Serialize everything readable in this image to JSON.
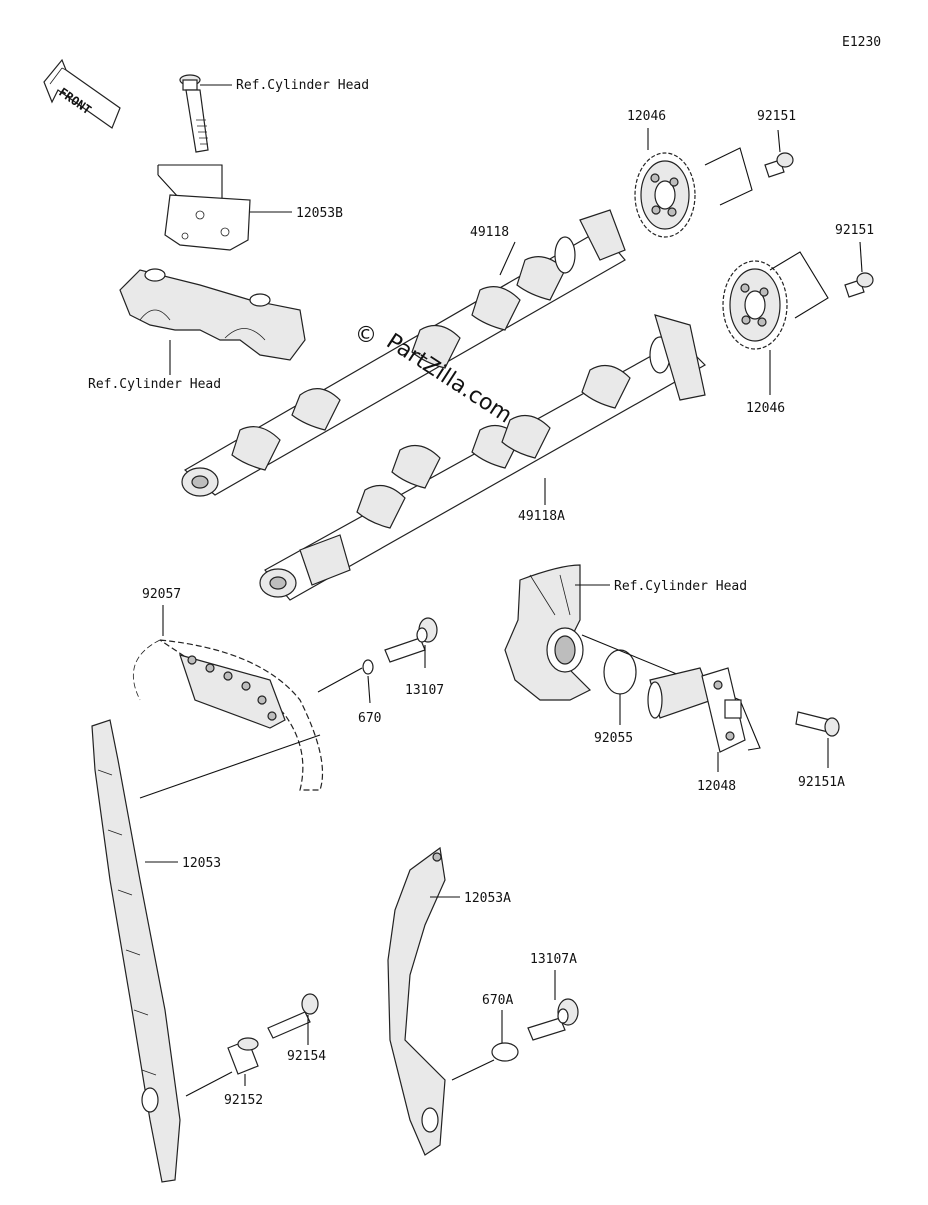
{
  "diagram_code": "E1230",
  "front_arrow_text": "FRONT",
  "watermark_symbol": "©",
  "watermark_text": "PartZilla.com",
  "labels": {
    "ref_cyl_head_top": "Ref.Cylinder Head",
    "ref_cyl_head_left": "Ref.Cylinder Head",
    "ref_cyl_head_right": "Ref.Cylinder Head",
    "p12053B": "12053B",
    "p12046_top": "12046",
    "p12046_bottom": "12046",
    "p92151_top": "92151",
    "p92151_mid": "92151",
    "p49118": "49118",
    "p49118A": "49118A",
    "p92057": "92057",
    "p670": "670",
    "p13107": "13107",
    "p92055": "92055",
    "p12048": "12048",
    "p92151A": "92151A",
    "p12053": "12053",
    "p12053A": "12053A",
    "p13107A": "13107A",
    "p670A": "670A",
    "p92154": "92154",
    "p92152": "92152"
  }
}
